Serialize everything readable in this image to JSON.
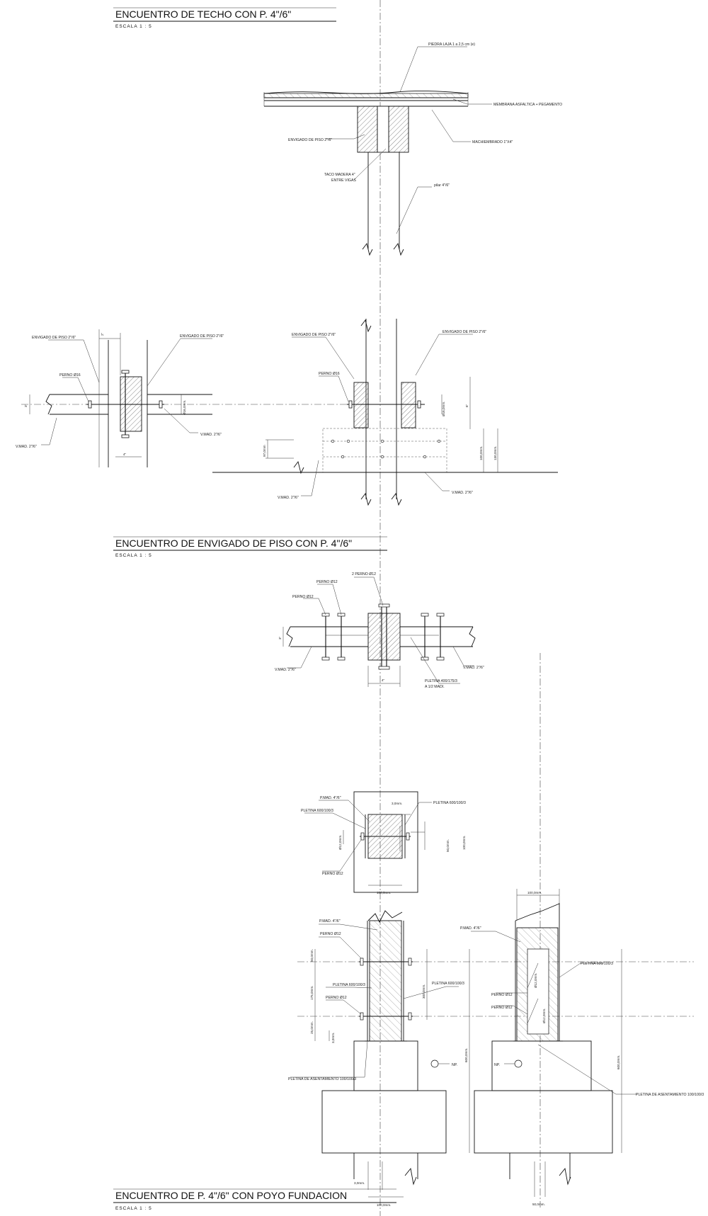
{
  "sections": {
    "techo": {
      "title": "ENCUENTRO DE TECHO  CON P. 4\"/6\"",
      "scale": "ESCALA   1 : 5"
    },
    "piso": {
      "title": "ENCUENTRO DE ENVIGADO DE PISO  CON P. 4\"/6\"",
      "scale": "ESCALA   1 : 5"
    },
    "poyo": {
      "title": "ENCUENTRO DE  P. 4\"/6\" CON POYO FUNDACION",
      "scale": "ESCALA   1 : 5"
    }
  },
  "labels": {
    "piedra_laja": "PIEDRA LAJA 1 a 2,5 cm (e)",
    "membrana": "MEMBRANA ASFALTICA + PEGAMENTO",
    "envigado_piso_techo": "ENVIGADO DE PISO 2\"/6\"",
    "machiembrado": "MACHIEMBRADO 1\"X4\"",
    "taco_1": "TACO MADERA 4\"",
    "taco_2": "ENTRE VIGAS",
    "pilar": "pilar 4\"/6\"",
    "envigado_l1": "ENVIGADO DE PISO 2\"/6\"",
    "envigado_l2": "ENVIGADO DE PISO 2\"/6\"",
    "envigado_r1": "ENVIGADO DE PISO 2\"/6\"",
    "envigado_r2": "ENVIGADO DE PISO 2\"/6\"",
    "perno16_l": "PERNO Ø16",
    "perno16_r": "PERNO Ø16",
    "vmad_l1": "V.MAD. 2\"/6\"",
    "vmad_l2": "V.MAD. 2\"/6\"",
    "vmad_r1": "V.MAD. 2\"/6\"",
    "vmad_r2": "V.MAD. 2\"/6\"",
    "perno12_a": "PERNO Ø12",
    "perno12_b": "PERNO Ø12",
    "perno12_2": "2 PERNO Ø12",
    "vmad_m1": "V.MAD. 2\"/6\"",
    "vmad_m2": "V.MAD. 2\"/6\"",
    "pletina_1": "PLETINA 400/175/3",
    "pletina_2": "A 1/2 MADI.",
    "pmad_top": "P.MAD. 4\"/6\"",
    "pletina_top_l": "PLETINA 600/100/3",
    "pletina_top_r": "PLETINA 600/100/3",
    "perno12_top": "PERNO Ø12",
    "pmad_l": "P.MAD. 4\"/6\"",
    "perno12_l1": "PERNO Ø12",
    "pletina_l1": "PLETINA 600/100/3",
    "pletina_l2": "PLETINA 600/100/3",
    "perno12_l2": "PERNO Ø12",
    "pletina_asent_l": "PLETINA DE ASENTAMIENTO 100/100/3",
    "pmad_r": "P.MAD. 4\"/6\"",
    "pletina_r": "PLETINA 600/100/3",
    "perno12_r1": "PERNO Ø12",
    "perno12_r2": "PERNO Ø12",
    "pletina_asent_r": "PLETINA DE ASENTAMIENTO 100/100/3",
    "np_l": "NP.",
    "np_r": "NP."
  },
  "dims": {
    "d2": "2\"",
    "d4_a": "4\"",
    "d3_a": "3\"",
    "d16_a": "Ø16,0mm.",
    "d16_b": "Ø16,0mm.",
    "d6": "6\"",
    "d97": "97,0mm",
    "d100_a": "100,0mm.",
    "d130": "130,0mm.",
    "d3_b": "3\"",
    "d4_b": "4\"",
    "d3mm_a": "3,0mm.",
    "d12_a": "Ø12,0mm.",
    "d100_b": "100,0mm.",
    "d50_a": "50,0mm.",
    "d100_c": "100,0mm.",
    "d50_b": "50,0mm.",
    "d175": "175,0mm.",
    "d250": "25,0mm.",
    "d3mm_b": "3,0mm.",
    "d300": "300,0mm.",
    "d600_a": "600,0mm.",
    "d3mm_c": "3,0mm.",
    "d100_d": "100,0mm.",
    "d100_e": "100,0mm.",
    "d12_b": "Ø12,0mm.",
    "d12_c": "Ø12,0mm.",
    "d600_b": "600,0mm.",
    "d50_c": "50,0mm."
  }
}
